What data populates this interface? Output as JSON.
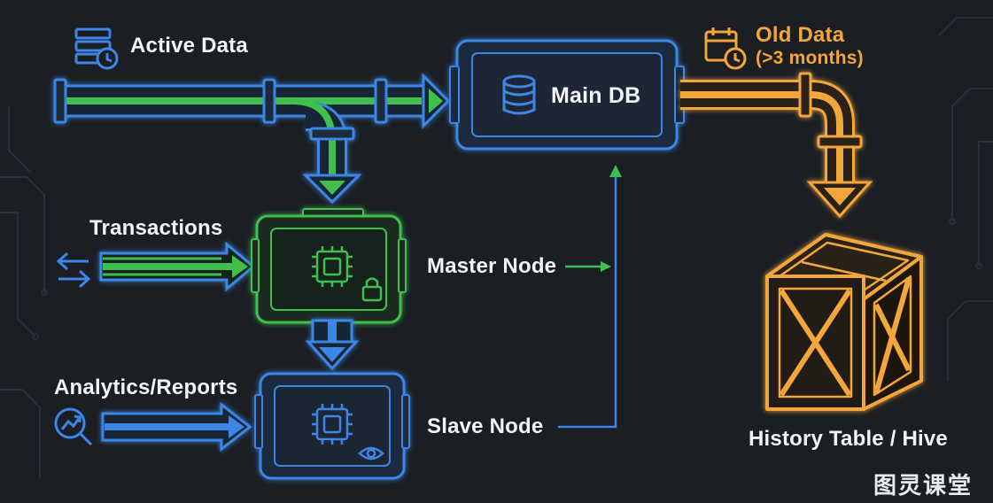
{
  "labels": {
    "active_data": "Active Data",
    "main_db": "Main DB",
    "old_data": "Old Data",
    "old_data_note": "(>3 months)",
    "transactions": "Transactions",
    "master_node": "Master Node",
    "analytics_reports": "Analytics/Reports",
    "slave_node": "Slave Node",
    "history_table": "History Table / Hive"
  },
  "watermark": "图灵课堂",
  "colors": {
    "background": "#1b1f24",
    "green": "#3fbf4f",
    "blue": "#3d86e6",
    "orange": "#f3a63a",
    "text": "#f2f4f6"
  },
  "icons": [
    "server-clock-icon",
    "database-icon",
    "calendar-clock-icon",
    "transfer-arrows-icon",
    "chip-icon",
    "lock-icon",
    "analytics-magnifier-icon",
    "eye-icon",
    "crate-icon"
  ]
}
